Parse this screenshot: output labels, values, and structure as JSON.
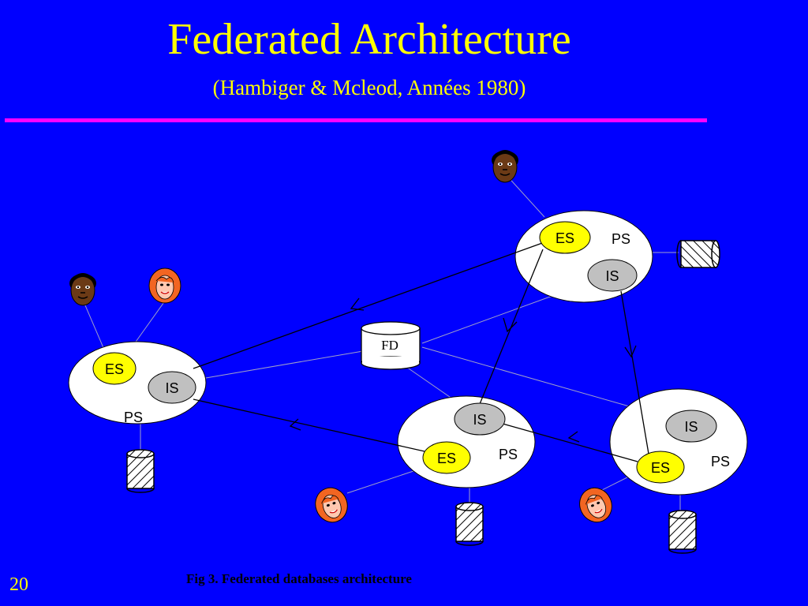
{
  "slide": {
    "title": "Federated Architecture",
    "subtitle": "(Hambiger & Mcleod, Années 1980)",
    "caption": "Fig 3. Federated databases architecture",
    "page_number": "20"
  },
  "diagram": {
    "central_store": {
      "label": "FD"
    },
    "sites": [
      {
        "id": "top",
        "process_label": "PS",
        "export_label": "ES",
        "import_label": "IS",
        "users": [
          "man"
        ]
      },
      {
        "id": "left",
        "process_label": "PS",
        "export_label": "ES",
        "import_label": "IS",
        "users": [
          "man",
          "woman"
        ]
      },
      {
        "id": "middle",
        "process_label": "PS",
        "export_label": "ES",
        "import_label": "IS",
        "users": [
          "woman"
        ]
      },
      {
        "id": "right",
        "process_label": "PS",
        "export_label": "ES",
        "import_label": "IS",
        "users": [
          "woman"
        ]
      }
    ],
    "links": [
      {
        "from": "top.ES",
        "to": "left.IS"
      },
      {
        "from": "top.ES",
        "to": "middle.IS"
      },
      {
        "from": "top.IS",
        "to": "right.ES"
      },
      {
        "from": "right.ES",
        "to": "middle.IS"
      },
      {
        "from": "middle.ES",
        "to": "left.IS"
      }
    ]
  },
  "colors": {
    "background": "#0000ff",
    "title": "#ffff00",
    "divider": "#ff00ff",
    "export_schema": "#ffff00",
    "import_schema": "#c0c0c0",
    "site": "#ffffff"
  }
}
